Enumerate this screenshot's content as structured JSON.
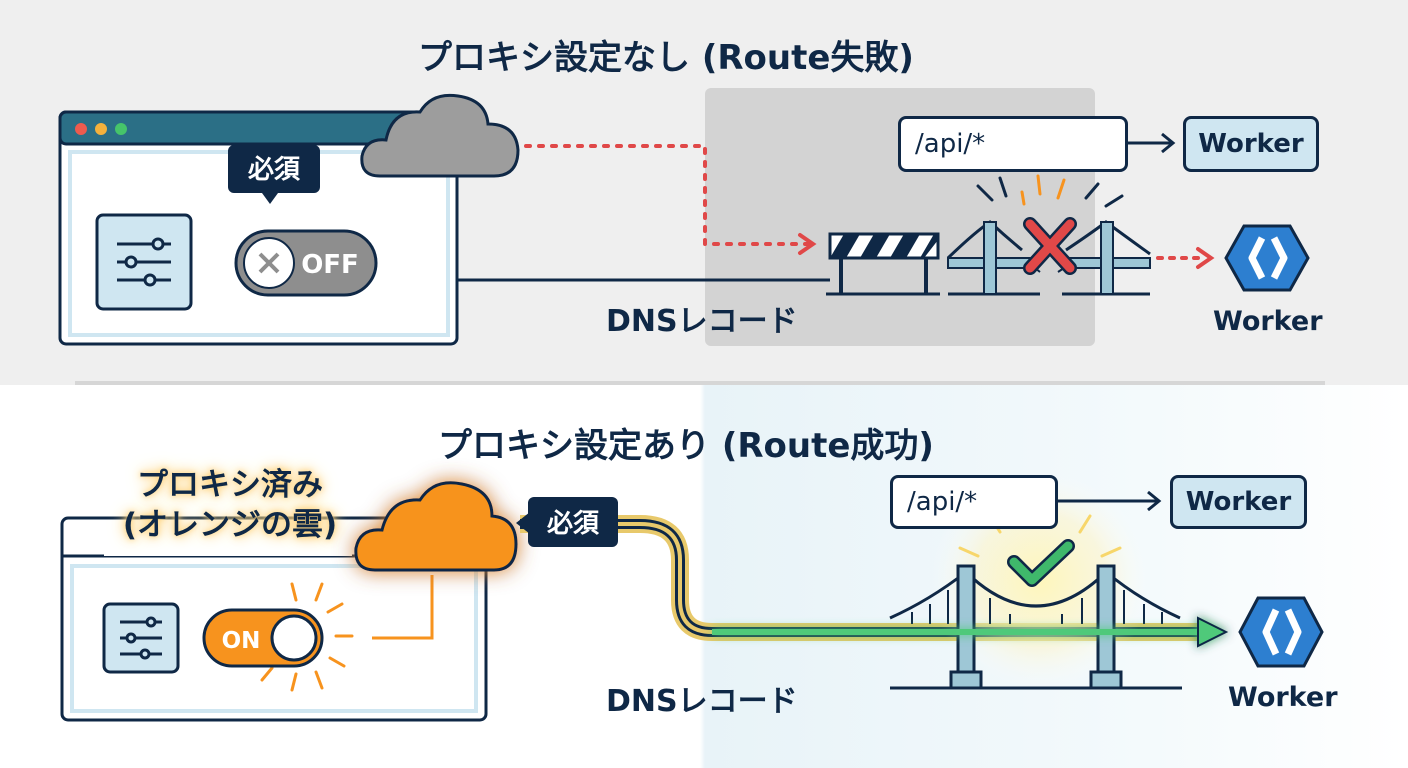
{
  "top": {
    "title": "プロキシ設定なし (Route失敗)",
    "badge": "必須",
    "toggle": "OFF",
    "route": "/api/*",
    "worker_box": "Worker",
    "dns_label": "DNSレコード",
    "worker_label": "Worker"
  },
  "bottom": {
    "title": "プロキシ設定あり (Route成功)",
    "proxy_label_line1": "プロキシ済み",
    "proxy_label_line2": "(オレンジの雲)",
    "badge": "必須",
    "toggle": "ON",
    "route": "/api/*",
    "worker_box": "Worker",
    "dns_label": "DNSレコード",
    "worker_label": "Worker"
  },
  "colors": {
    "navy": "#0f2846",
    "orange": "#f7931e",
    "red": "#e04848",
    "green": "#3fb86b",
    "light_blue": "#cfe6f1",
    "gray_cloud": "#9d9d9d"
  }
}
